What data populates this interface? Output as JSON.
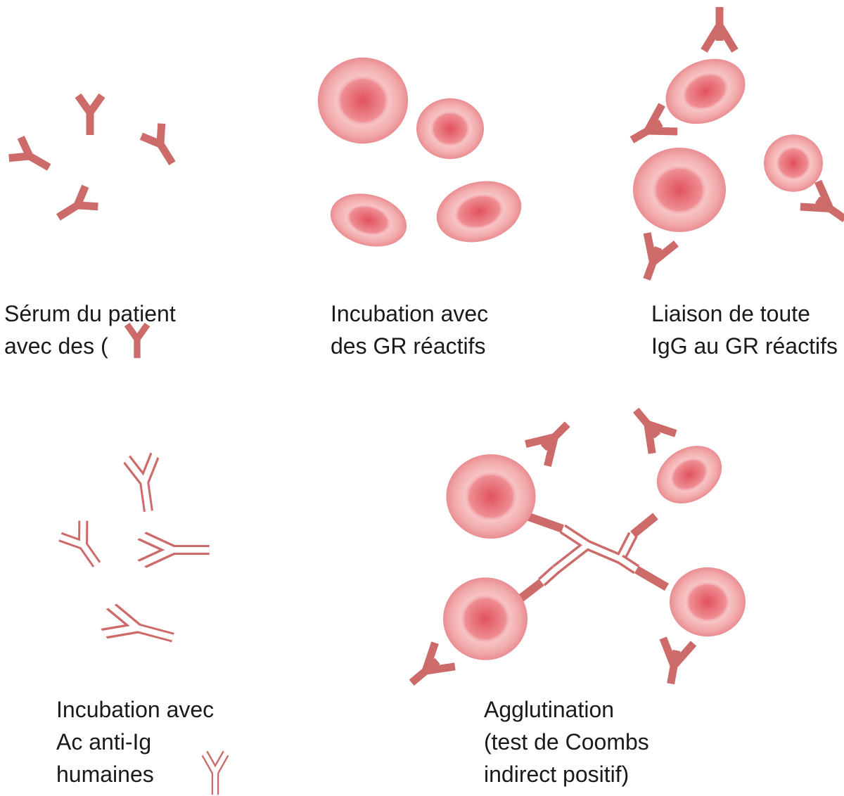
{
  "colors": {
    "antibody": "#cd6b6b",
    "cell_edge": "#f0a3a3",
    "cell_mid": "#f6c0c0",
    "cell_core": "#e25d66",
    "text": "#1a1a1a"
  },
  "panels": {
    "serum": {
      "line1": "Sérum du patient",
      "line2": "avec des ("
    },
    "incubation_gr": {
      "line1": "Incubation avec",
      "line2": "des GR réactifs"
    },
    "binding": {
      "line1": "Liaison de toute",
      "line2": "IgG au GR réactifs"
    },
    "anti_ig": {
      "line1": "Incubation avec",
      "line2": "Ac anti-Ig",
      "line3": "humaines"
    },
    "agglutination": {
      "line1": "Agglutination",
      "line2": "(test de Coombs",
      "line3": "indirect positif)"
    }
  }
}
